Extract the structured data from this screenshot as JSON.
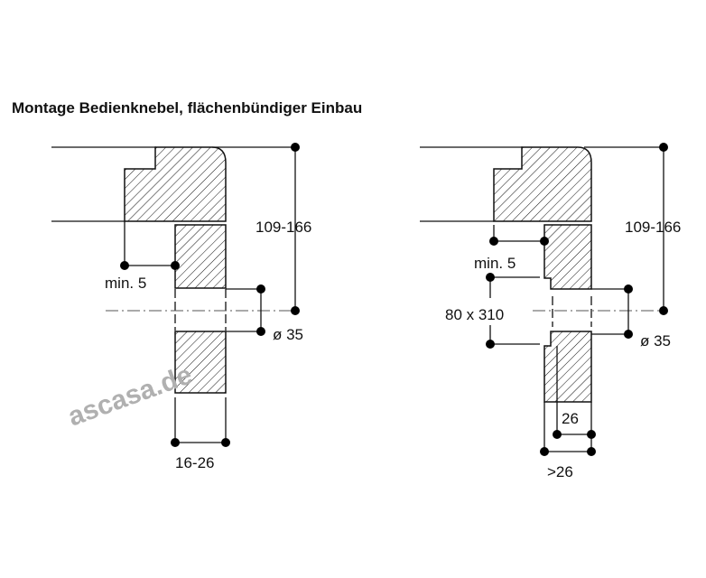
{
  "title": "Montage Bedienknebel, flächenbündiger Einbau",
  "watermark": "ascasa.de",
  "left_diagram": {
    "height_range": "109-166",
    "min_gap": "min. 5",
    "hole_diameter": "ø 35",
    "panel_thickness": "16-26"
  },
  "right_diagram": {
    "height_range": "109-166",
    "min_gap": "min. 5",
    "cutout": "80 x 310",
    "hole_diameter": "ø 35",
    "panel_thickness": "26",
    "total_thickness": ">26"
  }
}
